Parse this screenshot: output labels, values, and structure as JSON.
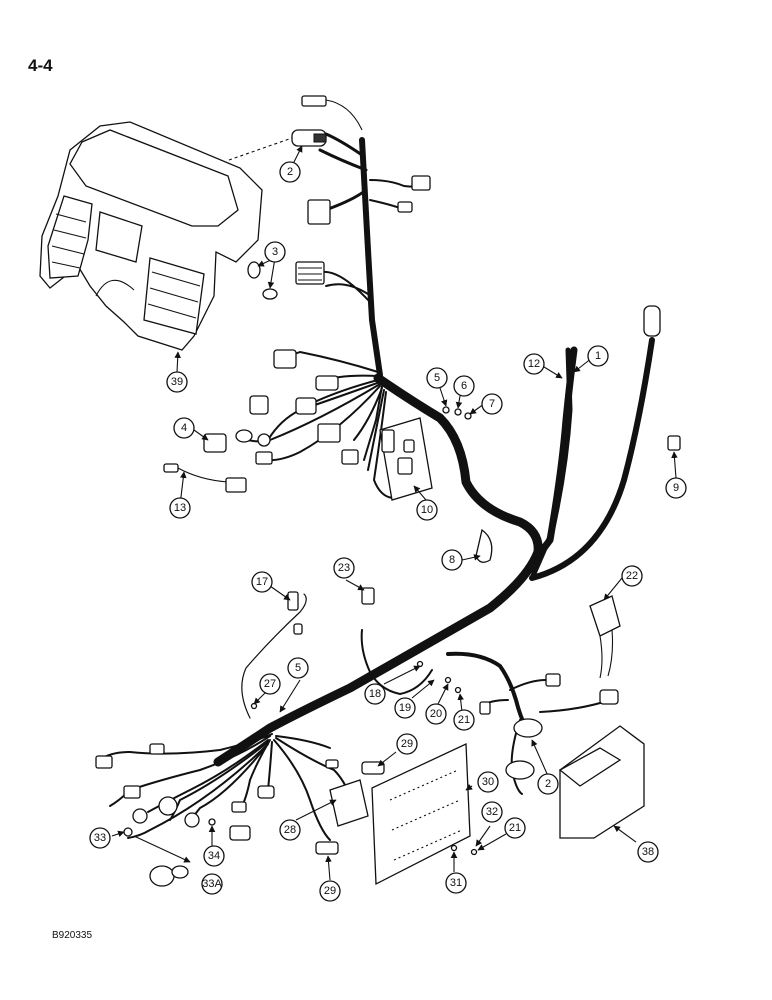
{
  "page": {
    "number": "4-4",
    "figure_code": "B920335"
  },
  "callouts": [
    "1",
    "2",
    "3",
    "4",
    "5",
    "6",
    "7",
    "8",
    "9",
    "10",
    "12",
    "13",
    "17",
    "18",
    "19",
    "20",
    "21",
    "22",
    "23",
    "27",
    "28",
    "29",
    "30",
    "31",
    "32",
    "33",
    "33A",
    "34",
    "38",
    "39"
  ],
  "colors": {
    "ink": "#111111",
    "paper": "#ffffff"
  }
}
